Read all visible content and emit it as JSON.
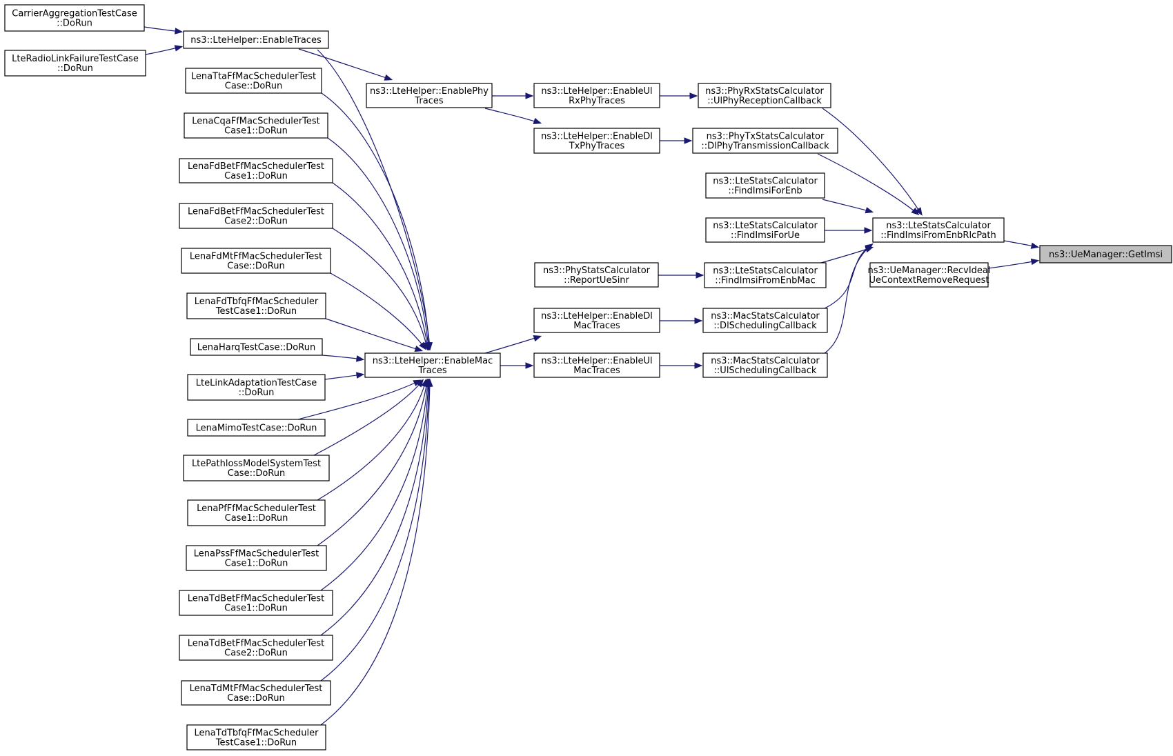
{
  "graph": {
    "target_node": "ns3::UeManager::GetImsi",
    "colors": {
      "edge": "#191970",
      "node_border": "#000000",
      "highlight_fill": "#bfbfbf"
    },
    "nodes": [
      {
        "id": "getimsi",
        "lines": [
          "ns3::UeManager::GetImsi"
        ],
        "highlight": true
      },
      {
        "id": "findimsifromenbrlcpath",
        "lines": [
          "ns3::LteStatsCalculator",
          "::FindImsiFromEnbRlcPath"
        ]
      },
      {
        "id": "recvidealuecontextremove",
        "lines": [
          "ns3::UeManager::RecvIdeal",
          "UeContextRemoveRequest"
        ]
      },
      {
        "id": "ulphyreceptioncallback",
        "lines": [
          "ns3::PhyRxStatsCalculator",
          "::UlPhyReceptionCallback"
        ]
      },
      {
        "id": "dlphytransmissioncallback",
        "lines": [
          "ns3::PhyTxStatsCalculator",
          "::DlPhyTransmissionCallback"
        ]
      },
      {
        "id": "findimsiforenb",
        "lines": [
          "ns3::LteStatsCalculator",
          "::FindImsiForEnb"
        ]
      },
      {
        "id": "findimsiforue",
        "lines": [
          "ns3::LteStatsCalculator",
          "::FindImsiForUe"
        ]
      },
      {
        "id": "findimsifromenbmac",
        "lines": [
          "ns3::LteStatsCalculator",
          "::FindImsiFromEnbMac"
        ]
      },
      {
        "id": "dlschedulingcallback",
        "lines": [
          "ns3::MacStatsCalculator",
          "::DlSchedulingCallback"
        ]
      },
      {
        "id": "ulschedulingcallback",
        "lines": [
          "ns3::MacStatsCalculator",
          "::UlSchedulingCallback"
        ]
      },
      {
        "id": "enableulrxphytraces",
        "lines": [
          "ns3::LteHelper::EnableUl",
          "RxPhyTraces"
        ]
      },
      {
        "id": "enabledltxphytraces",
        "lines": [
          "ns3::LteHelper::EnableDl",
          "TxPhyTraces"
        ]
      },
      {
        "id": "reportuesinr",
        "lines": [
          "ns3::PhyStatsCalculator",
          "::ReportUeSinr"
        ]
      },
      {
        "id": "enabledlmactraces",
        "lines": [
          "ns3::LteHelper::EnableDl",
          "MacTraces"
        ]
      },
      {
        "id": "enableulmactraces",
        "lines": [
          "ns3::LteHelper::EnableUl",
          "MacTraces"
        ]
      },
      {
        "id": "enablephytraces",
        "lines": [
          "ns3::LteHelper::EnablePhy",
          "Traces"
        ]
      },
      {
        "id": "enablemactraces",
        "lines": [
          "ns3::LteHelper::EnableMac",
          "Traces"
        ]
      },
      {
        "id": "enabletraces",
        "lines": [
          "ns3::LteHelper::EnableTraces"
        ]
      },
      {
        "id": "carrieraggregation",
        "lines": [
          "CarrierAggregationTestCase",
          "::DoRun"
        ]
      },
      {
        "id": "lteradiolinkfailure",
        "lines": [
          "LteRadioLinkFailureTestCase",
          "::DoRun"
        ]
      },
      {
        "id": "lenattaff",
        "lines": [
          "LenaTtaFfMacSchedulerTest",
          "Case::DoRun"
        ]
      },
      {
        "id": "lenacqaff",
        "lines": [
          "LenaCqaFfMacSchedulerTest",
          "Case1::DoRun"
        ]
      },
      {
        "id": "lenafdbetff1",
        "lines": [
          "LenaFdBetFfMacSchedulerTest",
          "Case1::DoRun"
        ]
      },
      {
        "id": "lenafdbetff2",
        "lines": [
          "LenaFdBetFfMacSchedulerTest",
          "Case2::DoRun"
        ]
      },
      {
        "id": "lenafdmtff",
        "lines": [
          "LenaFdMtFfMacSchedulerTest",
          "Case::DoRun"
        ]
      },
      {
        "id": "lenafdtbfqff",
        "lines": [
          "LenaFdTbfqFfMacScheduler",
          "TestCase1::DoRun"
        ]
      },
      {
        "id": "lenaharq",
        "lines": [
          "LenaHarqTestCase::DoRun"
        ]
      },
      {
        "id": "ltelinkadaptation",
        "lines": [
          "LteLinkAdaptationTestCase",
          "::DoRun"
        ]
      },
      {
        "id": "lenamimo",
        "lines": [
          "LenaMimoTestCase::DoRun"
        ]
      },
      {
        "id": "ltepathlossmodel",
        "lines": [
          "LtePathlossModelSystemTest",
          "Case::DoRun"
        ]
      },
      {
        "id": "lenapfff",
        "lines": [
          "LenaPfFfMacSchedulerTest",
          "Case1::DoRun"
        ]
      },
      {
        "id": "lenapssff",
        "lines": [
          "LenaPssFfMacSchedulerTest",
          "Case1::DoRun"
        ]
      },
      {
        "id": "lenatdbetff1",
        "lines": [
          "LenaTdBetFfMacSchedulerTest",
          "Case1::DoRun"
        ]
      },
      {
        "id": "lenatdbetff2",
        "lines": [
          "LenaTdBetFfMacSchedulerTest",
          "Case2::DoRun"
        ]
      },
      {
        "id": "lenatdmtff",
        "lines": [
          "LenaTdMtFfMacSchedulerTest",
          "Case::DoRun"
        ]
      },
      {
        "id": "lenatdtbfqff",
        "lines": [
          "LenaTdTbfqFfMacScheduler",
          "TestCase1::DoRun"
        ]
      }
    ],
    "edges": [
      {
        "from": "findimsifromenbrlcpath",
        "to": "getimsi"
      },
      {
        "from": "recvidealuecontextremove",
        "to": "getimsi"
      },
      {
        "from": "ulphyreceptioncallback",
        "to": "findimsifromenbrlcpath"
      },
      {
        "from": "dlphytransmissioncallback",
        "to": "findimsifromenbrlcpath"
      },
      {
        "from": "findimsiforenb",
        "to": "findimsifromenbrlcpath"
      },
      {
        "from": "findimsiforue",
        "to": "findimsifromenbrlcpath"
      },
      {
        "from": "findimsifromenbmac",
        "to": "findimsifromenbrlcpath"
      },
      {
        "from": "dlschedulingcallback",
        "to": "findimsifromenbrlcpath"
      },
      {
        "from": "ulschedulingcallback",
        "to": "findimsifromenbrlcpath"
      },
      {
        "from": "enableulrxphytraces",
        "to": "ulphyreceptioncallback"
      },
      {
        "from": "enabledltxphytraces",
        "to": "dlphytransmissioncallback"
      },
      {
        "from": "reportuesinr",
        "to": "findimsifromenbmac"
      },
      {
        "from": "enabledlmactraces",
        "to": "dlschedulingcallback"
      },
      {
        "from": "enableulmactraces",
        "to": "ulschedulingcallback"
      },
      {
        "from": "enablephytraces",
        "to": "enableulrxphytraces"
      },
      {
        "from": "enablephytraces",
        "to": "enabledltxphytraces"
      },
      {
        "from": "enablemactraces",
        "to": "enabledlmactraces"
      },
      {
        "from": "enablemactraces",
        "to": "enableulmactraces"
      },
      {
        "from": "enabletraces",
        "to": "enablephytraces"
      },
      {
        "from": "enabletraces",
        "to": "enablemactraces"
      },
      {
        "from": "carrieraggregation",
        "to": "enabletraces"
      },
      {
        "from": "lteradiolinkfailure",
        "to": "enabletraces"
      },
      {
        "from": "lenattaff",
        "to": "enablemactraces"
      },
      {
        "from": "lenacqaff",
        "to": "enablemactraces"
      },
      {
        "from": "lenafdbetff1",
        "to": "enablemactraces"
      },
      {
        "from": "lenafdbetff2",
        "to": "enablemactraces"
      },
      {
        "from": "lenafdmtff",
        "to": "enablemactraces"
      },
      {
        "from": "lenafdtbfqff",
        "to": "enablemactraces"
      },
      {
        "from": "lenaharq",
        "to": "enablemactraces"
      },
      {
        "from": "ltelinkadaptation",
        "to": "enablemactraces"
      },
      {
        "from": "lenamimo",
        "to": "enablemactraces"
      },
      {
        "from": "ltepathlossmodel",
        "to": "enablemactraces"
      },
      {
        "from": "lenapfff",
        "to": "enablemactraces"
      },
      {
        "from": "lenapssff",
        "to": "enablemactraces"
      },
      {
        "from": "lenatdbetff1",
        "to": "enablemactraces"
      },
      {
        "from": "lenatdbetff2",
        "to": "enablemactraces"
      },
      {
        "from": "lenatdmtff",
        "to": "enablemactraces"
      },
      {
        "from": "lenatdtbfqff",
        "to": "enablemactraces"
      }
    ]
  }
}
